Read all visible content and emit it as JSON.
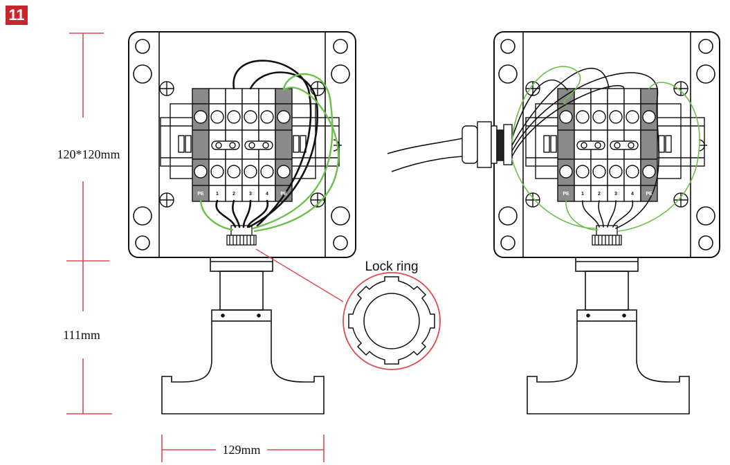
{
  "step_number": "11",
  "dimensions": {
    "box": "120*120mm",
    "height": "111mm",
    "width": "129mm"
  },
  "callout_label": "Lock ring",
  "terminal_labels": [
    "PE",
    "1",
    "2",
    "3",
    "4",
    "PE"
  ],
  "colors": {
    "accent_red": "#c9252c",
    "dimension_red": "#e0484f",
    "wire_green": "#6cc04a",
    "wire_black": "#111111",
    "terminal_grey": "#8a8a8a"
  }
}
